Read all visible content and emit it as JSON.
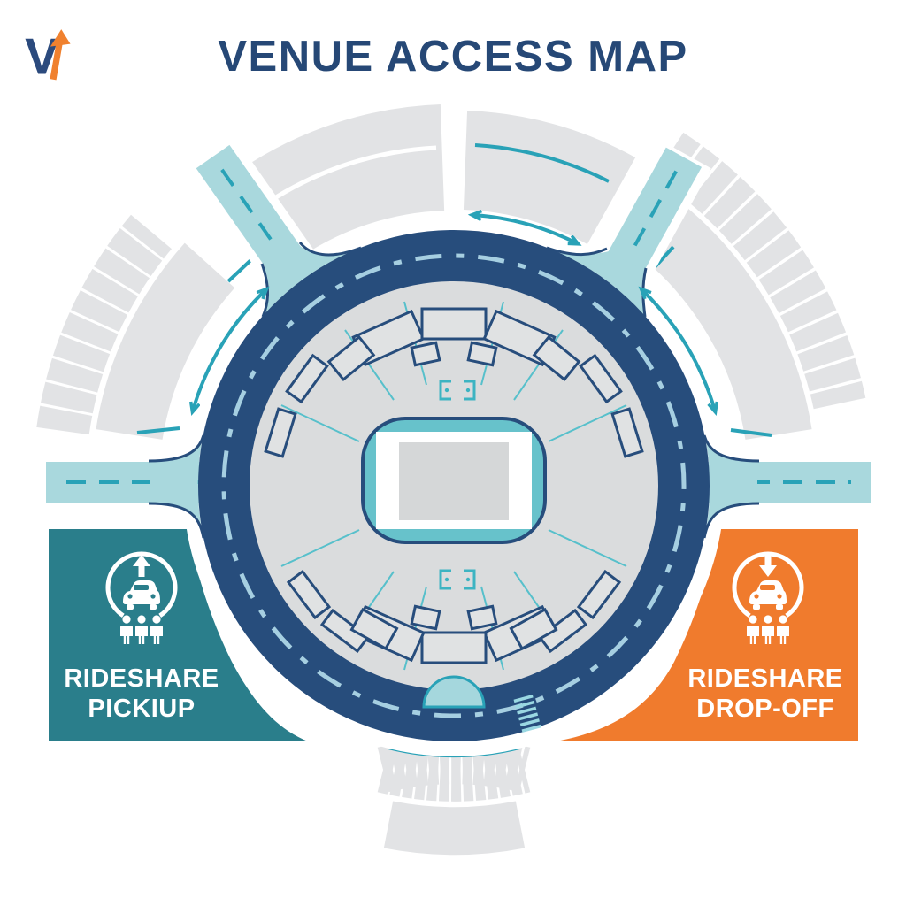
{
  "theme": {
    "navy": "#274d7c",
    "ring-dash": "#a6cfe1",
    "accent": "#29a2b7",
    "road": "#a9d8dd",
    "gray-band": "#e2e3e5",
    "gray-inner": "#dadcdd",
    "block-fill": "#e0e2e3",
    "field-teal": "#67c2cb",
    "field-gray": "#d5d7d8",
    "teal-zone": "#2a7e8b",
    "orange-zone": "#f07b2d",
    "title-color": "#264876",
    "logo-navy": "#2b4a7d",
    "logo-orange": "#f0812f",
    "bump": "#a5d7dd"
  },
  "header": {
    "logo_letter": "V",
    "title": "VENUE ACCESS MAP"
  },
  "zones": {
    "pickup": {
      "line1": "RIDESHARE",
      "line2": "PICKIUP",
      "icon": "car-up-arrow-icon",
      "people_icon": "passengers-icon"
    },
    "dropoff": {
      "line1": "RIDESHARE",
      "line2": "DROP-OFF",
      "icon": "car-down-arrow-icon",
      "people_icon": "passengers-icon"
    }
  },
  "map": {
    "features": [
      "ring-road-with-dashed-centerline",
      "stadium-bowl-with-seating-sections",
      "central-field",
      "access-roads-left-right-top-left-top-right",
      "parking-arcs-with-stalls",
      "direction-arrows",
      "south-entrance-bump",
      "stairs-marking"
    ]
  }
}
